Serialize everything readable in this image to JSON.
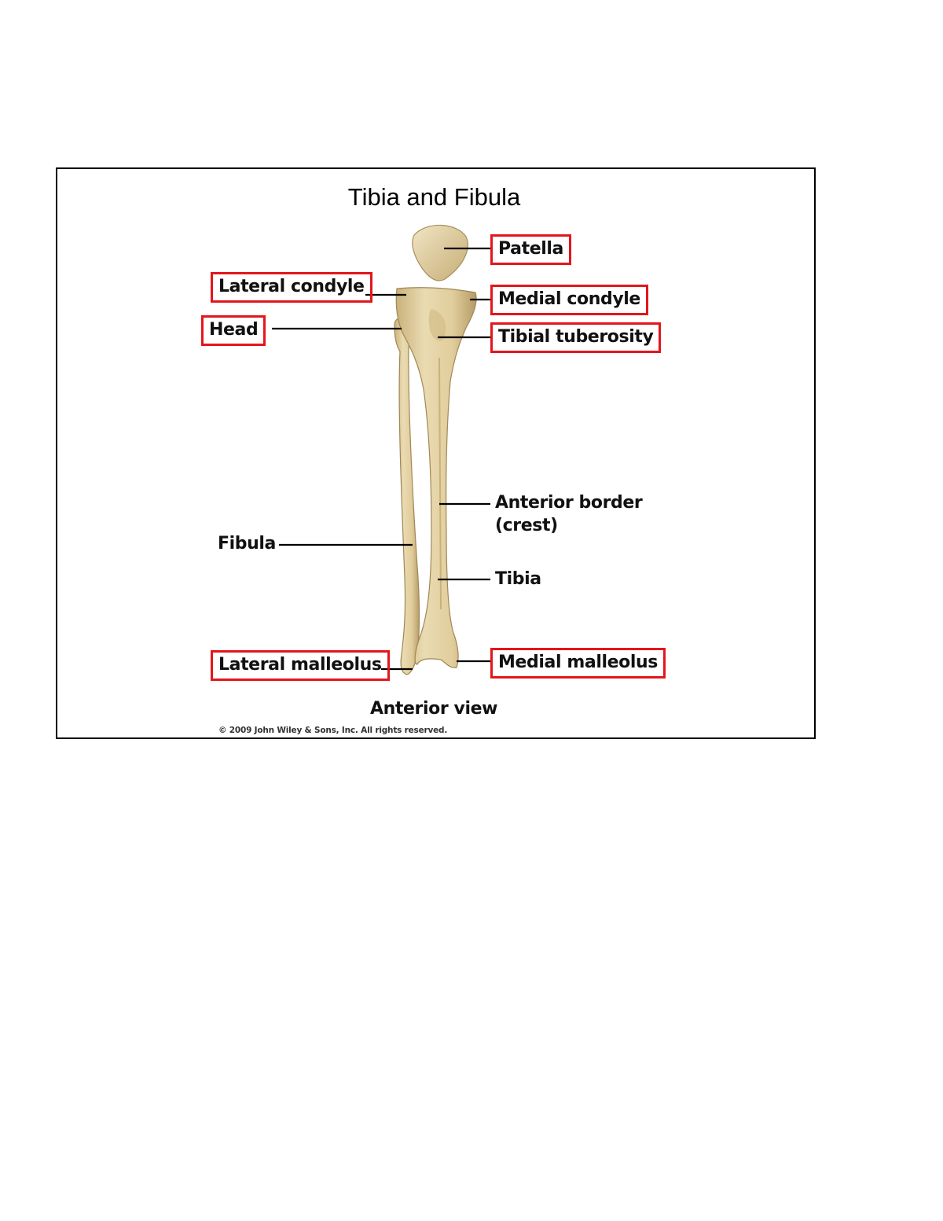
{
  "title": "Tibia and Fibula",
  "labels": {
    "patella": "Patella",
    "lateral_condyle": "Lateral condyle",
    "medial_condyle": "Medial condyle",
    "head": "Head",
    "tibial_tuberosity": "Tibial tuberosity",
    "anterior_border_line1": "Anterior border",
    "anterior_border_line2": "(crest)",
    "fibula": "Fibula",
    "tibia": "Tibia",
    "lateral_malleolus": "Lateral malleolus",
    "medial_malleolus": "Medial malleolus"
  },
  "view_caption": "Anterior view",
  "copyright": "© 2009 John Wiley & Sons, Inc. All rights reserved.",
  "colors": {
    "highlight_box": "#e3161b",
    "bone": "#e3d2a4",
    "bone_shadow": "#b49e6a",
    "leader_line": "#000000"
  }
}
